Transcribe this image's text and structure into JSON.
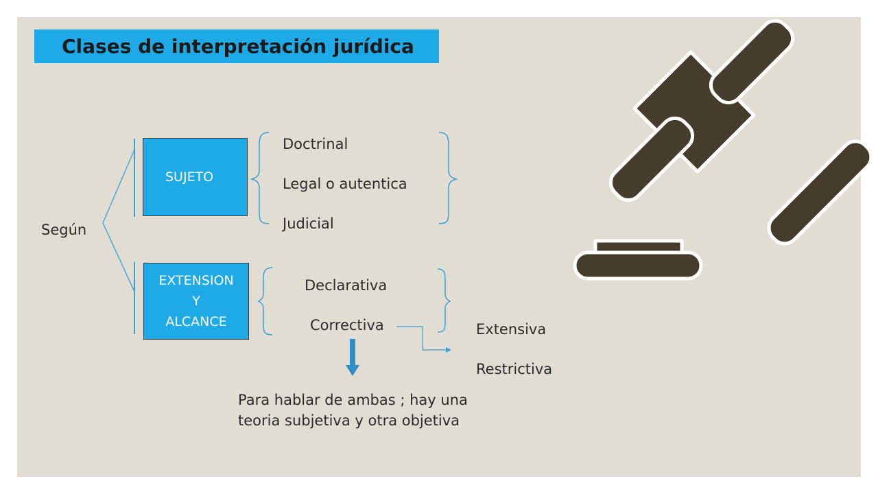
{
  "title": "Clases de interpretación jurídica",
  "root_label": "Según",
  "sujeto": {
    "box_label": "SUJETO",
    "items": [
      "Doctrinal",
      "Legal o autentica",
      "Judicial"
    ]
  },
  "extension": {
    "box_lines": [
      "EXTENSION",
      "Y",
      "ALCANCE"
    ],
    "items": [
      "Declarativa",
      "Correctiva"
    ],
    "correctiva_branches": [
      "Extensiva",
      "Restrictiva"
    ]
  },
  "note": {
    "line1": "Para hablar de ambas ; hay una",
    "line2": "teoria subjetiva y otra objetiva"
  },
  "colors": {
    "accent": "#1eaae7",
    "background": "#e2ddd2",
    "gavel": "#463c2c"
  },
  "icons": [
    "gavel-icon"
  ]
}
